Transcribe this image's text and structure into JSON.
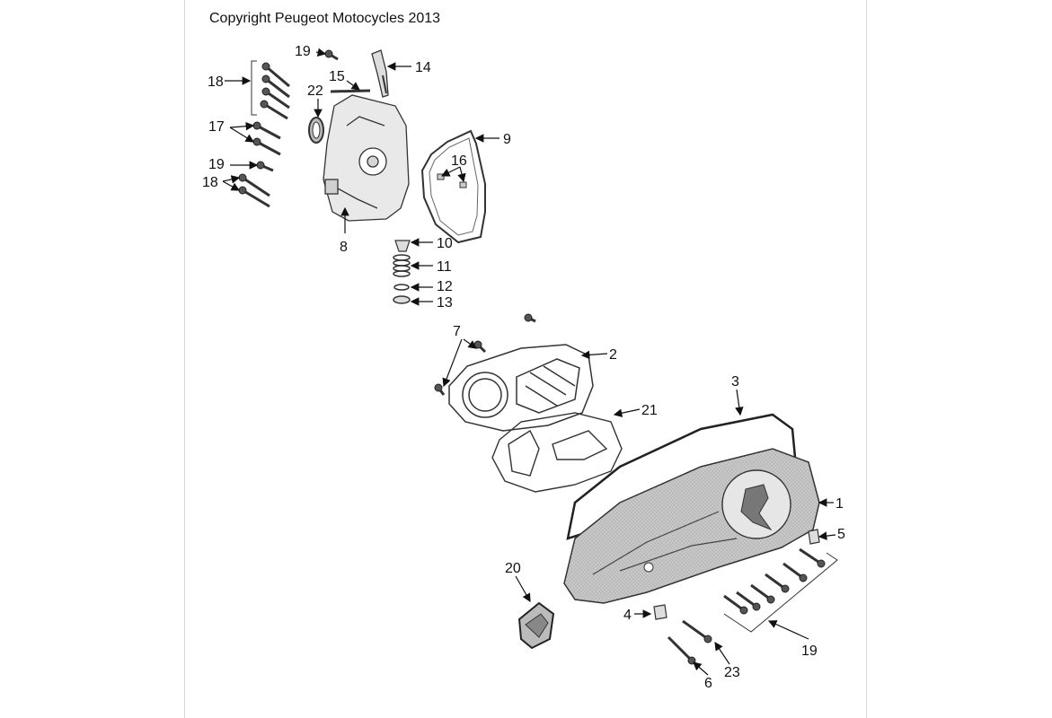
{
  "copyright": "Copyright Peugeot Motocycles 2013",
  "callouts": [
    {
      "id": "c1",
      "text": "1"
    },
    {
      "id": "c2",
      "text": "2"
    },
    {
      "id": "c3",
      "text": "3"
    },
    {
      "id": "c4",
      "text": "4"
    },
    {
      "id": "c5",
      "text": "5"
    },
    {
      "id": "c6",
      "text": "6"
    },
    {
      "id": "c7",
      "text": "7"
    },
    {
      "id": "c8",
      "text": "8"
    },
    {
      "id": "c9",
      "text": "9"
    },
    {
      "id": "c10",
      "text": "10"
    },
    {
      "id": "c11",
      "text": "11"
    },
    {
      "id": "c12",
      "text": "12"
    },
    {
      "id": "c13",
      "text": "13"
    },
    {
      "id": "c14",
      "text": "14"
    },
    {
      "id": "c15",
      "text": "15"
    },
    {
      "id": "c16",
      "text": "16"
    },
    {
      "id": "c17",
      "text": "17"
    },
    {
      "id": "c18a",
      "text": "18"
    },
    {
      "id": "c18b",
      "text": "18"
    },
    {
      "id": "c19a",
      "text": "19"
    },
    {
      "id": "c19b",
      "text": "19"
    },
    {
      "id": "c19c",
      "text": "19"
    },
    {
      "id": "c20",
      "text": "20"
    },
    {
      "id": "c21",
      "text": "21"
    },
    {
      "id": "c22",
      "text": "22"
    },
    {
      "id": "c23",
      "text": "23"
    }
  ]
}
